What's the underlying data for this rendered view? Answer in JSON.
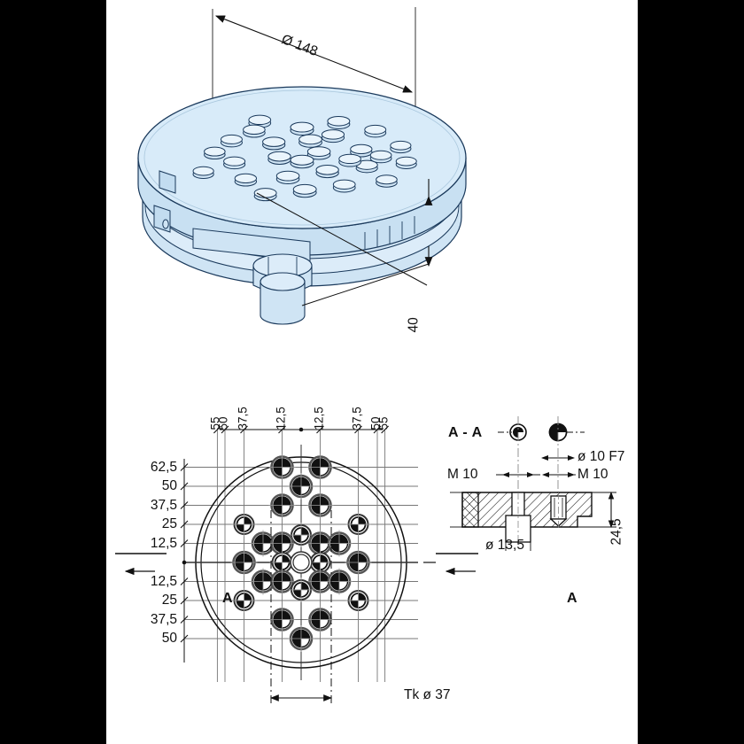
{
  "drawing": {
    "type": "engineering-drawing",
    "part": "round-clamping-plate",
    "views": [
      "isometric-3d-view",
      "plan-view-bottom",
      "section-view-a-a"
    ],
    "fill_color": "#d5e8f7",
    "line_color": "#1b3a5c",
    "dim_color": "#111111"
  },
  "iso_view": {
    "diameter_label": "Ø 148",
    "height_label": "40"
  },
  "plan_view": {
    "top_dims": [
      "55",
      "50",
      "37,5",
      "12,5",
      "12,5",
      "37,5",
      "50",
      "55"
    ],
    "left_dims_upper": [
      "62,5",
      "50",
      "37,5",
      "25",
      "12,5"
    ],
    "left_dims_lower": [
      "12,5",
      "25",
      "37,5",
      "50"
    ],
    "bottom_dim": "Tk ø 37",
    "section_mark_left": "A",
    "section_mark_right": "A"
  },
  "section_view": {
    "title": "A - A",
    "label_fit_bore": "ø 10 F7",
    "label_thread_right": "M 10",
    "label_thread_left": "M 10",
    "label_height": "24,5",
    "label_counterbore": "ø 13,5"
  },
  "chart_data": {
    "type": "table",
    "title": "Round clamping plate Ø 148",
    "dimensions": {
      "plate_diameter_mm": 148,
      "plate_total_height_mm": 40,
      "section_body_height_mm": 24.5,
      "bolt_circle_mm": 37,
      "thread": "M 10",
      "dowel_fit_bore": "ø 10 F7",
      "counterbore": "ø 13,5"
    },
    "grid_x_mm": [
      -55,
      -50,
      -37.5,
      -12.5,
      12.5,
      37.5,
      50,
      55
    ],
    "grid_y_mm": [
      62.5,
      50,
      37.5,
      25,
      12.5,
      0,
      -12.5,
      -25,
      -37.5,
      -50
    ]
  }
}
